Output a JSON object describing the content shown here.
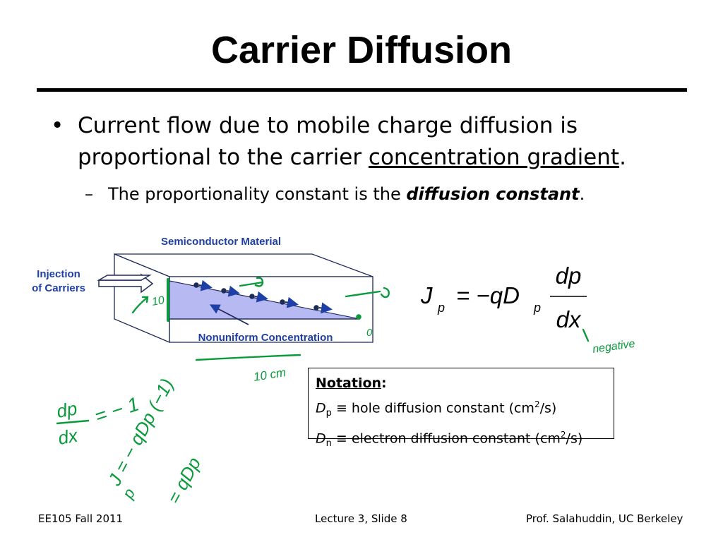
{
  "title": "Carrier Diffusion",
  "bullet1": {
    "text": "Current flow due to mobile charge diffusion is proportional to the carrier ",
    "underlined": "concentration gradient",
    "end": "."
  },
  "bullet2": {
    "text": "The proportionality constant is the ",
    "bold_italic": "diffusion constant",
    "end": "."
  },
  "figure": {
    "material_label": "Semiconductor Material",
    "injection_label_1": "Injection",
    "injection_label_2": "of Carriers",
    "concentration_label": "Nonuniform Concentration"
  },
  "equation": {
    "lhs": "J",
    "lhs_sub": "p",
    "eq": "= −qD",
    "rhs_sub": "p",
    "numerator": "dp",
    "denominator": "dx"
  },
  "notation": {
    "heading": "Notation",
    "colon": ":",
    "dp_sym": "D",
    "dp_sub": "p",
    "dp_text": " ≡ hole diffusion constant (cm",
    "dp_sup": "2",
    "dp_end": "/s)",
    "dn_sym": "D",
    "dn_sub": "n",
    "dn_text": " ≡ electron diffusion constant (cm",
    "dn_sup": "2",
    "dn_end": "/s)"
  },
  "handwriting": {
    "ten": "10",
    "zero": "0",
    "length": "10 cm",
    "negative": "negative",
    "dp": "dp",
    "dx": "dx",
    "eq_neg1": "= − 1",
    "j_expr": "J = − qDp (−1)",
    "j_sub": "p",
    "j_result": "= qDp"
  },
  "colors": {
    "blue_label": "#1f3fa8",
    "fill": "#b7b9f2",
    "ink": "#0a9a3c"
  },
  "footer": {
    "left": "EE105 Fall 2011",
    "center": "Lecture 3, Slide 8",
    "right": "Prof. Salahuddin, UC Berkeley"
  }
}
